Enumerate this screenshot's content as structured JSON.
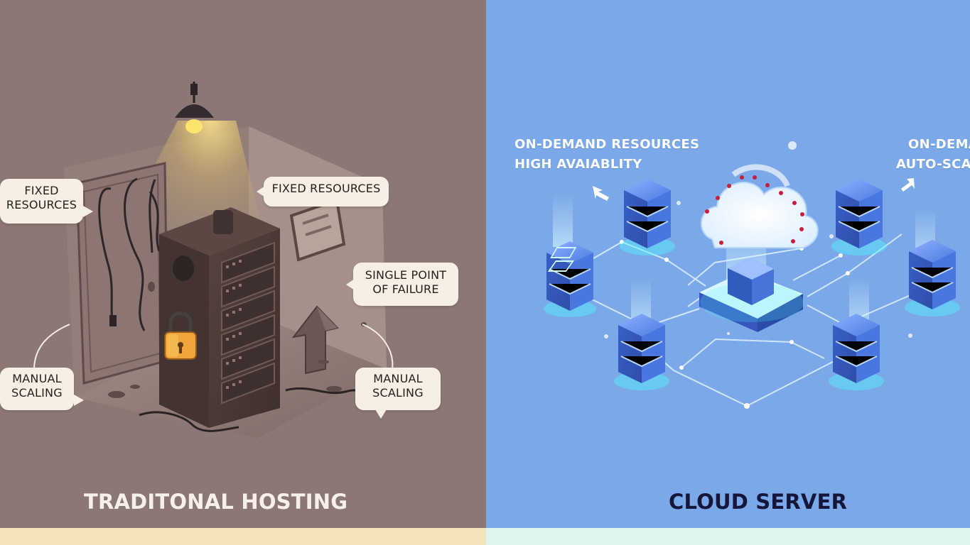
{
  "traditional": {
    "title": "TRADITONAL HOSTING",
    "callouts": {
      "fixed_left": "FIXED\nRESOURCES",
      "fixed_top": "FIXED RESOURCES",
      "single_point": "SINGLE POINT\nOF FAILURE",
      "manual_left": "MANUAL\nSCALING",
      "manual_right": "MANUAL\nSCALING"
    },
    "icons": {
      "lock": "padlock-icon",
      "lamp": "ceiling-lamp-icon",
      "server": "server-rack-icon",
      "arrow": "up-arrow-icon"
    },
    "colors": {
      "background": "#8b7875",
      "callout": "#f7efe4",
      "lock": "#f1a43a",
      "server": "#4d3e3a"
    }
  },
  "cloud": {
    "title": "CLOUD SERVER",
    "labels": {
      "left_top": "ON-DEMAND RESOURCES",
      "left_bottom": "HIGH AVAIABLITY",
      "right_top": "ON-DEMA",
      "right_bottom": "AUTO-SCAL"
    },
    "icons": {
      "cloud": "cloud-icon",
      "server": "server-stack-icon",
      "arrow": "up-arrow-icon",
      "network": "network-line-icon"
    },
    "colors": {
      "background": "#7aa8e8",
      "server_blue": "#3f6fd1",
      "glow": "#53f4ff",
      "cloud": "#ffffff",
      "dot_red": "#c71f3b"
    }
  }
}
